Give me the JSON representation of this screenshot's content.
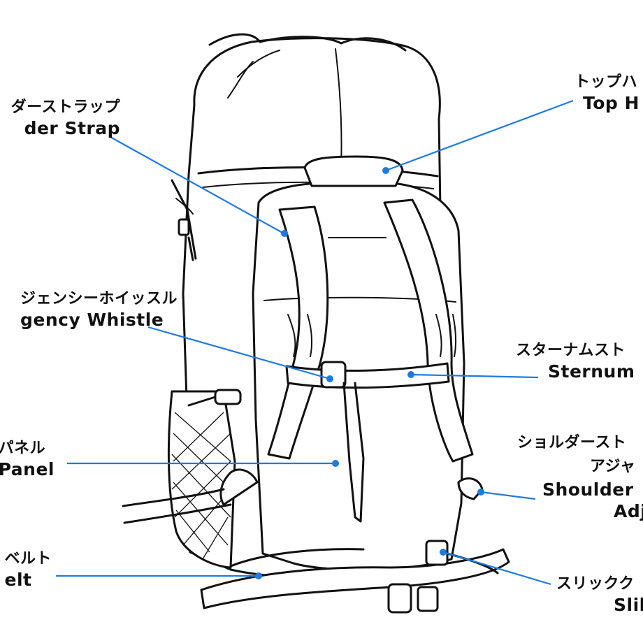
{
  "diagram": {
    "labels": [
      {
        "id": "shoulder-strap",
        "jp": "ダーストラップ",
        "en": "der Strap"
      },
      {
        "id": "top-handle",
        "jp": "トップハ",
        "en": "Top H"
      },
      {
        "id": "emergency-whistle",
        "jp": "ジェンシーホイッスル",
        "en": "gency Whistle"
      },
      {
        "id": "sternum-strap",
        "jp": "スターナムスト",
        "en": "Sternum"
      },
      {
        "id": "back-panel",
        "jp": "パネル",
        "en": "Panel"
      },
      {
        "id": "shoulder-strap-adjuster",
        "jp": "ショルダースト",
        "jp2": "アジャ",
        "en": "Shoulder",
        "en2": "Adj"
      },
      {
        "id": "hip-belt",
        "jp": "ベルト",
        "en": "elt"
      },
      {
        "id": "slick-clip",
        "jp": "スリックク",
        "en": "Slik"
      }
    ],
    "colors": {
      "leader": "#1f7ae0",
      "ink": "#111111",
      "background": "#ffffff"
    }
  }
}
